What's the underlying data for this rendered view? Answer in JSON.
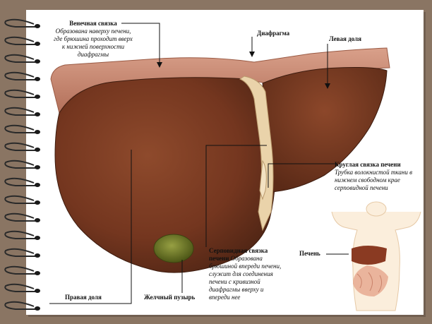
{
  "labels": {
    "coronary_title": "Венечная связка",
    "coronary_desc": "Образована наверху печени, где брюшина проходит вверх к нижней поверхности диафрагмы",
    "diaphragm": "Диафрагма",
    "left_lobe": "Левая доля",
    "round_title": "Круглая связка печени",
    "round_desc": "Трубка волокнистой ткани в нижнем свободном крае серповидной печени",
    "liver": "Печень",
    "falciform_title": "Серповидная связка печени",
    "falciform_desc": "Образована брюшиной впереди печени, служит для соединения печени с кривизной диафрагмы вверху и впереди нее",
    "right_lobe": "Правая доля",
    "gallbladder": "Желчный пузырь"
  },
  "colors": {
    "liver": "#7a3a22",
    "diaphragm": "#c98a72",
    "ligament": "#e9cfa4",
    "gallbladder": "#6e7a2a",
    "background": "#8a7563"
  }
}
